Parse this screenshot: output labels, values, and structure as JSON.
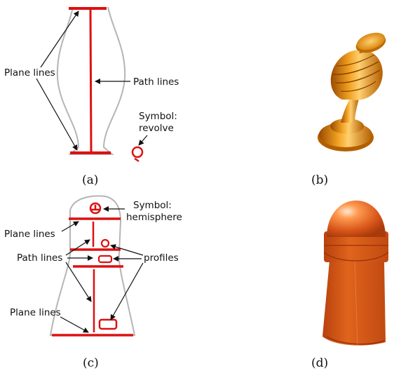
{
  "colors": {
    "sketch_outline": "#b5b5b5",
    "stroke_red": "#dd1111",
    "arrow": "#111111",
    "vase_orange": "#f0a020",
    "pawn_orange": "#e0641c"
  },
  "panel_a": {
    "plane_lines": "Plane lines",
    "path_lines": "Path lines",
    "symbol_line1": "Symbol:",
    "symbol_line2": "revolve",
    "caption": "(a)"
  },
  "panel_b": {
    "caption": "(b)"
  },
  "panel_c": {
    "symbol_line1": "Symbol:",
    "symbol_line2": "hemisphere",
    "plane_lines_top": "Plane lines",
    "path_lines": "Path lines",
    "profiles": "profiles",
    "plane_lines_bottom": "Plane lines",
    "caption": "(c)"
  },
  "panel_d": {
    "caption": "(d)"
  }
}
